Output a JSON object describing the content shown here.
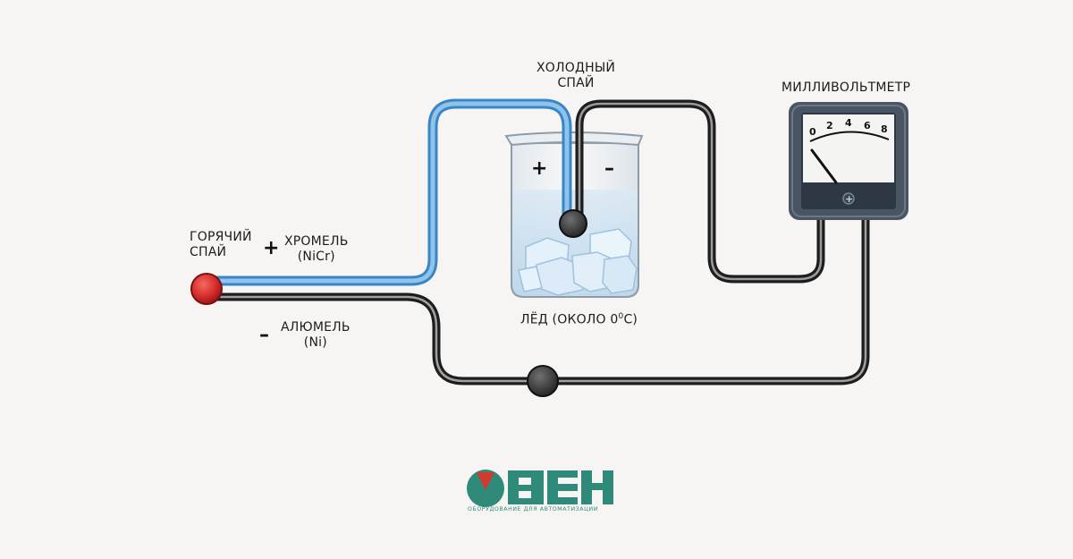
{
  "labels": {
    "hot_junction": [
      "ГОРЯЧИЙ",
      "СПАЙ"
    ],
    "cold_junction": [
      "ХОЛОДНЫЙ",
      "СПАЙ"
    ],
    "chromel": [
      "ХРОМЕЛЬ",
      "(NiCr)"
    ],
    "alumel": [
      "АЛЮМЕЛЬ",
      "(Ni)"
    ],
    "ice": "ЛЁД (ОКОЛО 0",
    "ice_degree": "0",
    "ice_unit": "C)",
    "millivoltmeter": "МИЛЛИВОЛЬТМЕТР",
    "plus": "+",
    "minus": "–"
  },
  "meter": {
    "ticks": [
      "0",
      "2",
      "4",
      "6",
      "8"
    ],
    "terminal_sign": "+"
  },
  "logo": {
    "text": "ОВЕН",
    "tagline": "ОБОРУДОВАНИЕ ДЛЯ АВТОМАТИЗАЦИИ"
  },
  "colors": {
    "chromel_wire": "#5aa2d9",
    "alumel_wire": "#2b2b2b",
    "hot_junction": "#d52b2b",
    "logo_green": "#2f8a7a",
    "logo_red": "#d23a2e",
    "meter_body": "#4a5563"
  }
}
